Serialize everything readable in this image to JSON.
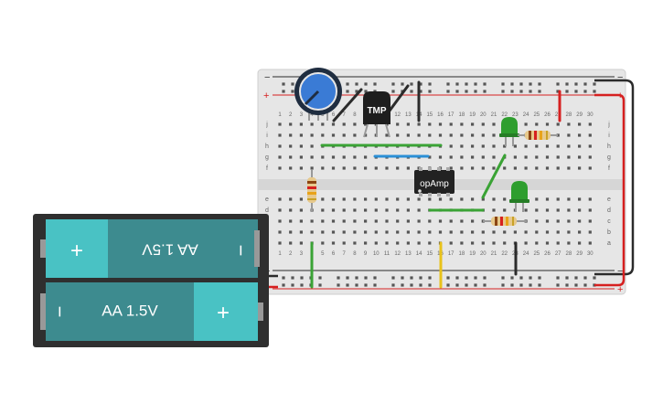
{
  "breadboard": {
    "rail_minus": "−",
    "rail_plus": "+",
    "row_letters_top": [
      "j",
      "i",
      "h",
      "g",
      "f"
    ],
    "row_letters_bottom": [
      "e",
      "d",
      "c",
      "b",
      "a"
    ],
    "columns": [
      "1",
      "2",
      "3",
      "4",
      "5",
      "6",
      "7",
      "8",
      "9",
      "10",
      "11",
      "12",
      "13",
      "14",
      "15",
      "16",
      "17",
      "18",
      "19",
      "20",
      "21",
      "22",
      "23",
      "24",
      "25",
      "26",
      "27",
      "28",
      "29",
      "30"
    ]
  },
  "components": {
    "temperature_sensor_label": "TMP",
    "op_amp_label": "opAmp"
  },
  "battery_pack": {
    "top_cell_label": "AA 1.5V",
    "bottom_cell_label": "AA 1.5V",
    "plus_symbol": "+",
    "minus_symbol": "−"
  },
  "colors": {
    "wire_black": "#2b2b2b",
    "wire_red": "#d62020",
    "wire_green": "#3aa335",
    "wire_blue": "#2a8fd6",
    "wire_yellow": "#e8c21a",
    "battery_teal": "#3d8b8f",
    "battery_cap": "#49c2c4",
    "led_green": "#2e9e2e"
  }
}
